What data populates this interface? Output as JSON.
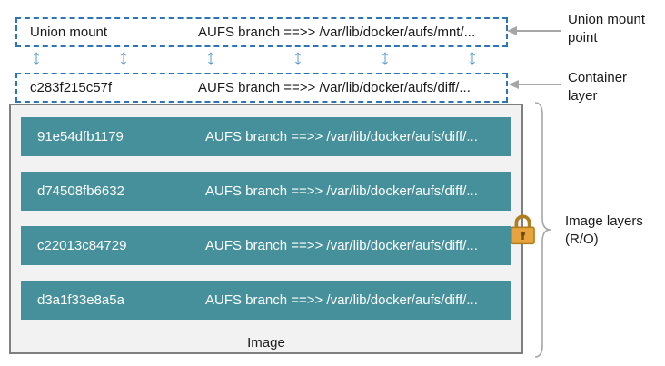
{
  "colors": {
    "dashed_blue": "#2E75B6",
    "arrow_blue": "#5B9BD5",
    "layer_teal": "#45909B",
    "image_bg": "#F2F2F2",
    "box_border": "#7F7F7F",
    "annotation_gray": "#A6A6A6",
    "lock_gold": "#E8A33D",
    "lock_outline": "#B07D20",
    "text_dark": "#1A1A1A",
    "layer_text": "#FFFFFF"
  },
  "icons": {
    "updown_arrow": "↕"
  },
  "union_mount": {
    "label": "Union mount",
    "path": "AUFS branch ==>> /var/lib/docker/aufs/mnt/..."
  },
  "container_layer": {
    "id": "c283f215c57f",
    "path": "AUFS branch ==>> /var/lib/docker/aufs/diff/..."
  },
  "image": {
    "label": "Image",
    "layers": [
      {
        "id": "91e54dfb1179",
        "path": "AUFS branch ==>> /var/lib/docker/aufs/diff/..."
      },
      {
        "id": "d74508fb6632",
        "path": "AUFS branch ==>> /var/lib/docker/aufs/diff/..."
      },
      {
        "id": "c22013c84729",
        "path": "AUFS branch ==>> /var/lib/docker/aufs/diff/..."
      },
      {
        "id": "d3a1f33e8a5a",
        "path": "AUFS branch ==>> /var/lib/docker/aufs/diff/..."
      }
    ]
  },
  "annotations": {
    "union_mount_point": "Union mount point",
    "container_layer": "Container layer",
    "image_layers": "Image layers (R/O)"
  }
}
